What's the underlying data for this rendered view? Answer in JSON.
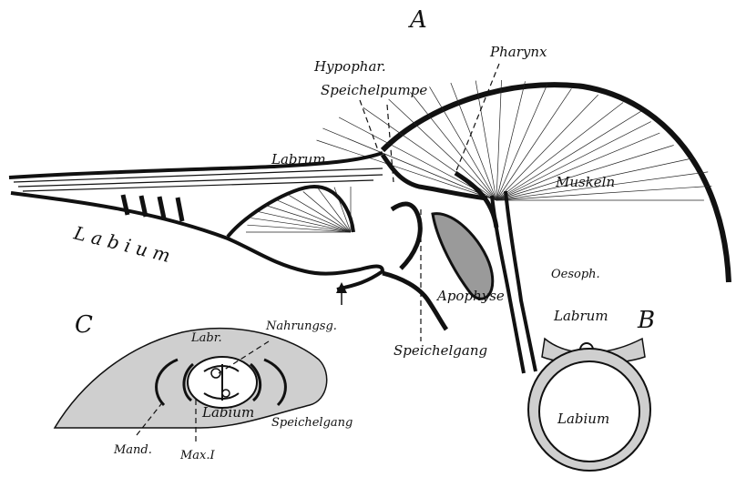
{
  "panels": {
    "A": "A",
    "B": "B",
    "C": "C"
  },
  "labels_A": {
    "hypophar": "Hypophar.",
    "speichelpumpe": "Speichelpumpe",
    "pharynx": "Pharynx",
    "labrum": "Labrum",
    "muskeln": "Muskeln",
    "labium": "L a b i u m",
    "oesoph": "Oesoph.",
    "apophyse": "Apophyse",
    "speichelgang": "Speichelgang"
  },
  "labels_B": {
    "labrum": "Labrum",
    "labium": "Labium"
  },
  "labels_C": {
    "labr": "Labr.",
    "nahrungsg": "Nahrungsg.",
    "labium": "Labium",
    "speichelgang": "Speichelgang",
    "mand": "Mand.",
    "maxI": "Max.I"
  },
  "colors": {
    "ink": "#111111",
    "tissue": "#cfcfcf",
    "apophyse_fill": "#9a9a9a"
  }
}
